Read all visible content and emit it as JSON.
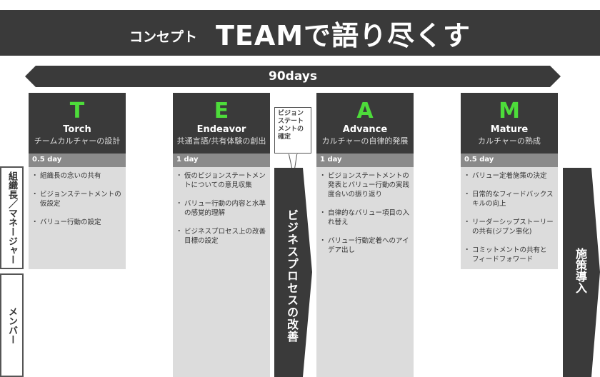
{
  "title": {
    "sub": "コンセプト",
    "main": "TEAMで語り尽くす"
  },
  "timeline": "90days",
  "roles": [
    "組織長／マネージャー",
    "メンバー"
  ],
  "callout": "ビジョンステートメントの確定",
  "process_arrow": "ビジネスプロセスの改善",
  "final_arrow": "施策導入",
  "colors": {
    "dark": "#3a3a3a",
    "accent": "#4ddc3a",
    "day": "#8a8a8a",
    "body": "#dcdcdc"
  },
  "phases": [
    {
      "letter": "T",
      "name": "Torch",
      "subtitle": "チームカルチャーの設計",
      "duration": "0.5 day",
      "items": [
        "組織長の念いの共有",
        "ビジョンステートメントの仮設定",
        "バリュー行動の設定"
      ]
    },
    {
      "letter": "E",
      "name": "Endeavor",
      "subtitle": "共通言語/共有体験の創出",
      "duration": "1 day",
      "items": [
        "仮のビジョンステートメントについての意見収集",
        "バリュー行動の内容と水準の感覚的理解",
        "ビジネスプロセス上の改善目標の設定"
      ]
    },
    {
      "letter": "A",
      "name": "Advance",
      "subtitle": "カルチャーの自律的発展",
      "duration": "1 day",
      "items": [
        "ビジョンステートメントの発表とバリュー行動の実践度合いの振り返り",
        "自律的なバリュー項目の入れ替え",
        "バリュー行動定着へのアイデア出し"
      ]
    },
    {
      "letter": "M",
      "name": "Mature",
      "subtitle": "カルチャーの熟成",
      "duration": "0.5 day",
      "items": [
        "バリュー定着施策の決定",
        "日常的なフィードバックスキルの向上",
        "リーダーシップストーリーの共有(ジブン事化)",
        "コミットメントの共有とフィードフォワード"
      ]
    }
  ]
}
